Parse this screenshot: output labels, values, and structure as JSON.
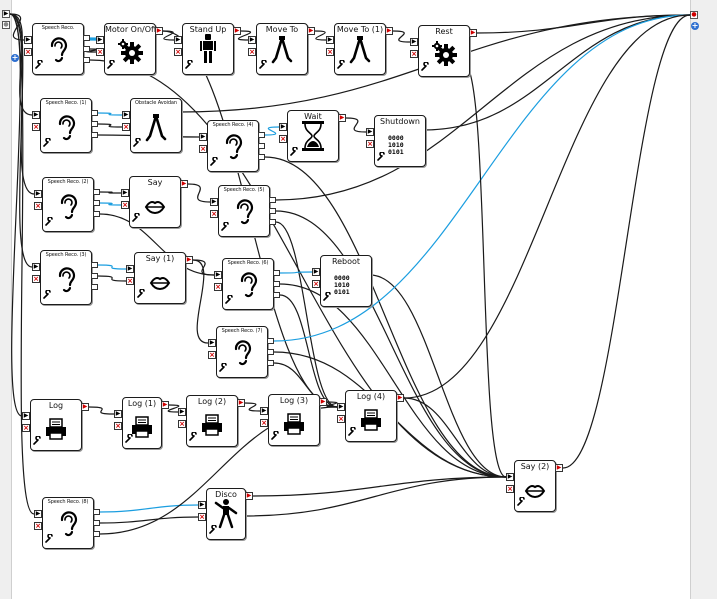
{
  "colors": {
    "wire": "#1a1a1a",
    "wire_active": "#1b9ee0",
    "stop": "#d00000",
    "plus": "#2e6fd0"
  },
  "boxes": [
    {
      "id": "speech-reco",
      "title": "Speech Reco.",
      "icon": "ear-icon"
    },
    {
      "id": "motor-on-off",
      "title": "Motor On/Off",
      "icon": "gear-icon"
    },
    {
      "id": "stand-up",
      "title": "Stand Up",
      "icon": "robot-standing-icon"
    },
    {
      "id": "move-to",
      "title": "Move To",
      "icon": "walking-legs-icon"
    },
    {
      "id": "move-to-1",
      "title": "Move To (1)",
      "icon": "walking-legs-icon"
    },
    {
      "id": "rest",
      "title": "Rest",
      "icon": "gear-icon"
    },
    {
      "id": "speech-reco-1",
      "title": "Speech Reco. (1)",
      "icon": "ear-icon"
    },
    {
      "id": "obstacle-avoidance",
      "title": "Obstacle Avoidan",
      "icon": "walking-legs-icon"
    },
    {
      "id": "speech-reco-4",
      "title": "Speech Reco. (4)",
      "icon": "ear-icon"
    },
    {
      "id": "wait",
      "title": "Wait",
      "icon": "hourglass-icon"
    },
    {
      "id": "shutdown",
      "title": "Shutdown",
      "icon": "binary-icon"
    },
    {
      "id": "speech-reco-2",
      "title": "Speech Reco. (2)",
      "icon": "ear-icon"
    },
    {
      "id": "say",
      "title": "Say",
      "icon": "mouth-icon"
    },
    {
      "id": "speech-reco-5",
      "title": "Speech Reco. (5)",
      "icon": "ear-icon"
    },
    {
      "id": "speech-reco-3",
      "title": "Speech Reco. (3)",
      "icon": "ear-icon"
    },
    {
      "id": "say-1",
      "title": "Say (1)",
      "icon": "mouth-icon"
    },
    {
      "id": "speech-reco-6",
      "title": "Speech Reco. (6)",
      "icon": "ear-icon"
    },
    {
      "id": "reboot",
      "title": "Reboot",
      "icon": "binary-icon"
    },
    {
      "id": "speech-reco-7",
      "title": "Speech Reco. (7)",
      "icon": "ear-icon"
    },
    {
      "id": "log",
      "title": "Log",
      "icon": "printer-icon"
    },
    {
      "id": "log-1",
      "title": "Log (1)",
      "icon": "printer-icon"
    },
    {
      "id": "log-2",
      "title": "Log (2)",
      "icon": "printer-icon"
    },
    {
      "id": "log-3",
      "title": "Log (3)",
      "icon": "printer-icon"
    },
    {
      "id": "log-4",
      "title": "Log (4)",
      "icon": "printer-icon"
    },
    {
      "id": "say-2",
      "title": "Say (2)",
      "icon": "mouth-icon"
    },
    {
      "id": "speech-reco-8",
      "title": "Speech Reco. (8)",
      "icon": "ear-icon"
    },
    {
      "id": "disco",
      "title": "Disco",
      "icon": "dancer-icon"
    }
  ]
}
